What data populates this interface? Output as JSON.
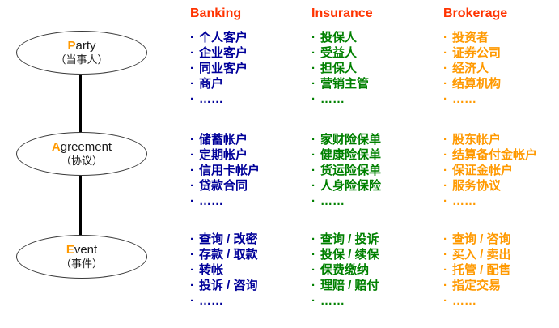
{
  "bullet": "·",
  "diagram": {
    "nodes": [
      {
        "letter": "P",
        "rest": "arty",
        "sub": "（当事人）"
      },
      {
        "letter": "A",
        "rest": "greement",
        "sub": "（协议）"
      },
      {
        "letter": "E",
        "rest": "vent",
        "sub": "（事件）"
      }
    ],
    "columns": [
      {
        "header": "Banking",
        "text_color": "#000099",
        "cells": [
          [
            "个人客户",
            "企业客户",
            "同业客户",
            "商户",
            "……"
          ],
          [
            "储蓄帐户",
            "定期帐户",
            "信用卡帐户",
            "贷款合同",
            "……"
          ],
          [
            "查询 / 改密",
            "存款 / 取款",
            "转帐",
            "投诉 / 咨询",
            "……"
          ]
        ]
      },
      {
        "header": "Insurance",
        "text_color": "#008000",
        "cells": [
          [
            "投保人",
            "受益人",
            "担保人",
            "营销主管",
            "……"
          ],
          [
            "家财险保单",
            "健康险保单",
            "货运险保单",
            "人身险保险",
            "……"
          ],
          [
            "查询 / 投诉",
            "投保 / 续保",
            "保费缴纳",
            "理赔 / 赔付",
            "……"
          ]
        ]
      },
      {
        "header": "Brokerage",
        "text_color": "#FF9900",
        "cells": [
          [
            "投资者",
            "证券公司",
            "经济人",
            "结算机构",
            "……"
          ],
          [
            "股东帐户",
            "结算备付金帐户",
            "保证金帐户",
            "服务协议",
            "……"
          ],
          [
            "查询 / 咨询",
            "买入 / 卖出",
            "托管 / 配售",
            "指定交易",
            "……"
          ]
        ]
      }
    ],
    "colors": {
      "header": "#FF3300",
      "accent_letter": "#FF9900",
      "banking_text": "#000099",
      "insurance_text": "#008000",
      "brokerage_text": "#FF9900",
      "connector": "#000000"
    }
  }
}
